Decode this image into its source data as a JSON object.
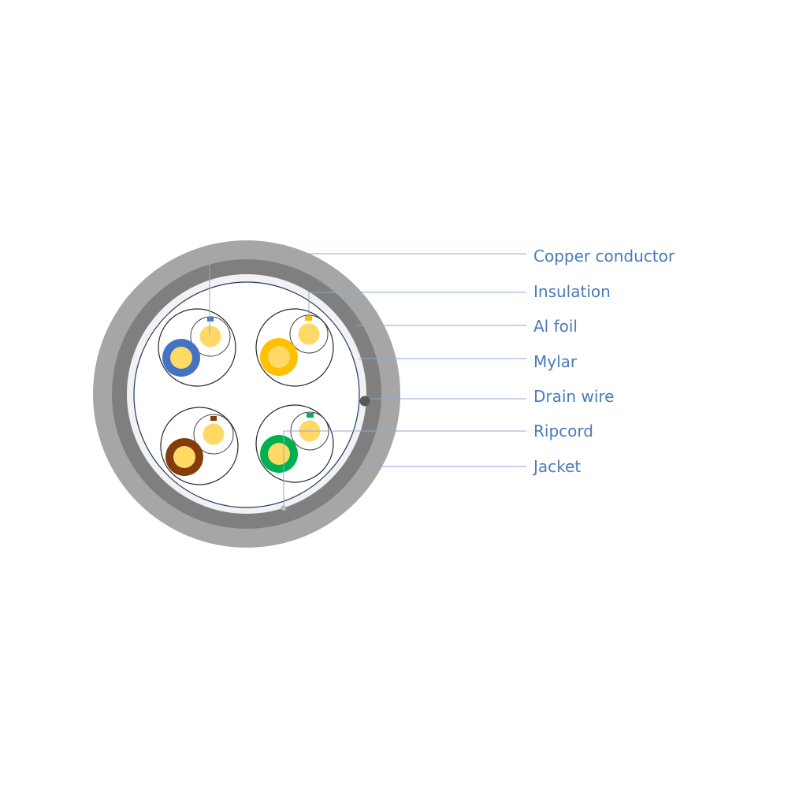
{
  "diagram": {
    "labels": [
      "Copper conductor",
      "Insulation",
      "Al foil",
      "Mylar",
      "Drain wire",
      "Ripcord",
      "Jacket"
    ]
  },
  "colors": {
    "jacket_outer": "#a6a6a6",
    "jacket_inner": "#7f7f7f",
    "mylar": "#f2f2f2",
    "leader_line": "#8fa9d6",
    "label_text": "#4a7ab8",
    "copper": "#ffd966",
    "pair_blue": "#4472c4",
    "pair_orange": "#ffc000",
    "pair_brown": "#843c0c",
    "pair_green": "#00b050",
    "drain_wire": "#595959"
  }
}
